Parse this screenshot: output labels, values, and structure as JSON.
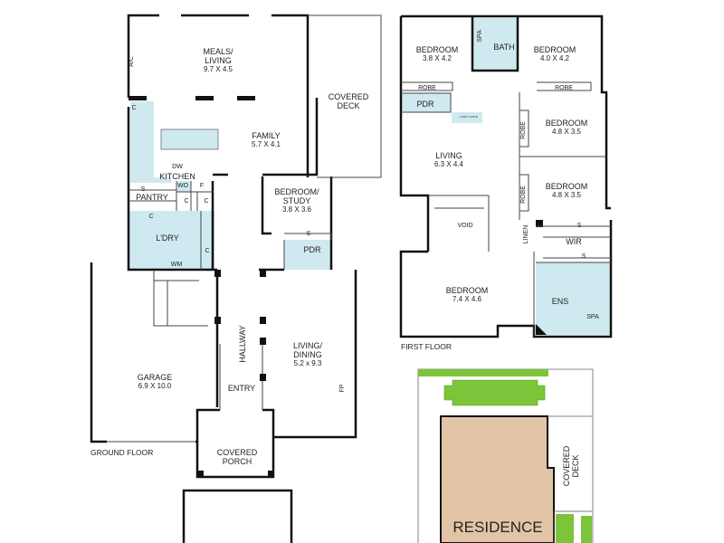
{
  "ground_floor": {
    "title": "GROUND FLOOR",
    "rooms": [
      {
        "name": "MEALS/\nLIVING",
        "line1": "MEALS/",
        "line2": "LIVING",
        "dim": "9.7 X 4.5"
      },
      {
        "name": "FAMILY",
        "dim": "5.7 X 4.1"
      },
      {
        "name": "COVERED DECK",
        "line1": "COVERED",
        "line2": "DECK"
      },
      {
        "name": "KITCHEN",
        "note": "DW"
      },
      {
        "name": "BEDROOM/ STUDY",
        "line1": "BEDROOM/",
        "line2": "STUDY",
        "dim": "3.8 X 3.6"
      },
      {
        "name": "PDR"
      },
      {
        "name": "PANTRY"
      },
      {
        "name": "L'DRY"
      },
      {
        "name": "GARAGE",
        "dim": "6.9 X 10.0"
      },
      {
        "name": "HALLWAY"
      },
      {
        "name": "LIVING/ DINING",
        "line1": "LIVING/",
        "line2": "DINING",
        "dim": "5.2 x 9.3"
      },
      {
        "name": "ENTRY"
      },
      {
        "name": "COVERED PORCH",
        "line1": "COVERED",
        "line2": "PORCH"
      }
    ],
    "marks": {
      "cupboard": "C",
      "shelf": "S",
      "wo": "WO",
      "fridge": "F",
      "ac": "A/C",
      "fp": "FP",
      "wm": "WM"
    }
  },
  "first_floor": {
    "title": "FIRST FLOOR",
    "rooms": [
      {
        "name": "BEDROOM",
        "dim": "3.8 X 4.2"
      },
      {
        "name": "BATH"
      },
      {
        "name": "SPA"
      },
      {
        "name": "BEDROOM",
        "dim": "4.0 X 4.2"
      },
      {
        "name": "ROBE"
      },
      {
        "name": "ROBE"
      },
      {
        "name": "PDR"
      },
      {
        "name": "LIVING",
        "dim": "6.3 X 4.4"
      },
      {
        "name": "BEDROOM",
        "dim": "4.8 X 3.5"
      },
      {
        "name": "BEDROOM",
        "dim": "4.8 X 3.5"
      },
      {
        "name": "ROBE"
      },
      {
        "name": "ROBE"
      },
      {
        "name": "VOID"
      },
      {
        "name": "LINEN"
      },
      {
        "name": "WIR"
      },
      {
        "name": "BEDROOM",
        "dim": "7.4 X 4.6"
      },
      {
        "name": "ENS"
      },
      {
        "name": "SPA"
      }
    ],
    "marks": {
      "shelf": "S",
      "ldry_chute": "L'DRY CHUTE"
    }
  },
  "site_plan": {
    "residence": "RESIDENCE",
    "deck_line1": "COVERED",
    "deck_line2": "DECK"
  },
  "colors": {
    "wet_area": "#cfe9f1",
    "residence": "#e2c4a6",
    "garden": "#7cc43a",
    "wall": "#111111"
  }
}
